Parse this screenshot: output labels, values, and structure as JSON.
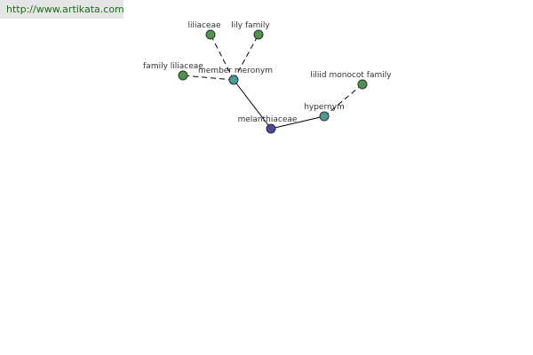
{
  "banner": {
    "url_text": "http://www.artikata.com"
  },
  "colors": {
    "root_node": "#4a4a9c",
    "relation_node": "#4a9a9a",
    "term_node": "#4e944e",
    "node_stroke": "#2f2f2f",
    "edge": "#000000",
    "banner_text": "#1a6b1a"
  },
  "graph": {
    "root": {
      "label": "melanthiaceae"
    },
    "relations": [
      {
        "label": "member meronym",
        "link_style": "solid",
        "targets": [
          {
            "label": "liliaceae"
          },
          {
            "label": "lily family"
          },
          {
            "label": "family liliaceae"
          }
        ]
      },
      {
        "label": "hypernym",
        "link_style": "solid",
        "targets": [
          {
            "label": "liliid monocot family"
          }
        ]
      }
    ]
  }
}
